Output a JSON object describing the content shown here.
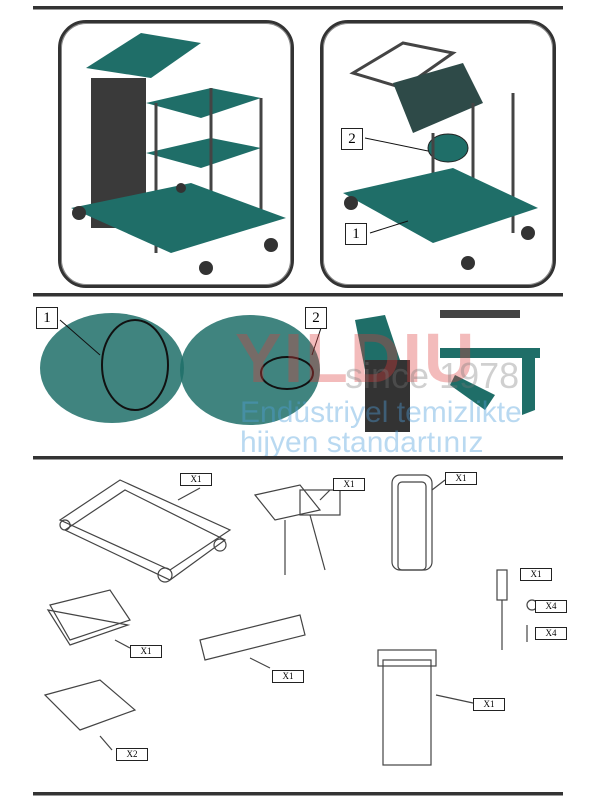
{
  "watermark": {
    "brand": "YILDIU",
    "since": "since 1978",
    "slogan_line1": "Endüstriyel temizlikte",
    "slogan_line2": "hijyen standartınız"
  },
  "top_panel_right": {
    "callouts": [
      "2",
      "1"
    ]
  },
  "detail_row": {
    "callouts": [
      "1",
      "2"
    ]
  },
  "parts": {
    "base_frame": "X1",
    "handle_assembly": "X1",
    "u_frame": "X1",
    "screwdriver": "X1",
    "washer": "X4",
    "screw": "X4",
    "lid": "X1",
    "tool_holder": "X1",
    "tray": "X2",
    "bin": "X1"
  },
  "colors": {
    "teal": "#1f6e68",
    "dark": "#2d2d2d",
    "line": "#333333"
  }
}
